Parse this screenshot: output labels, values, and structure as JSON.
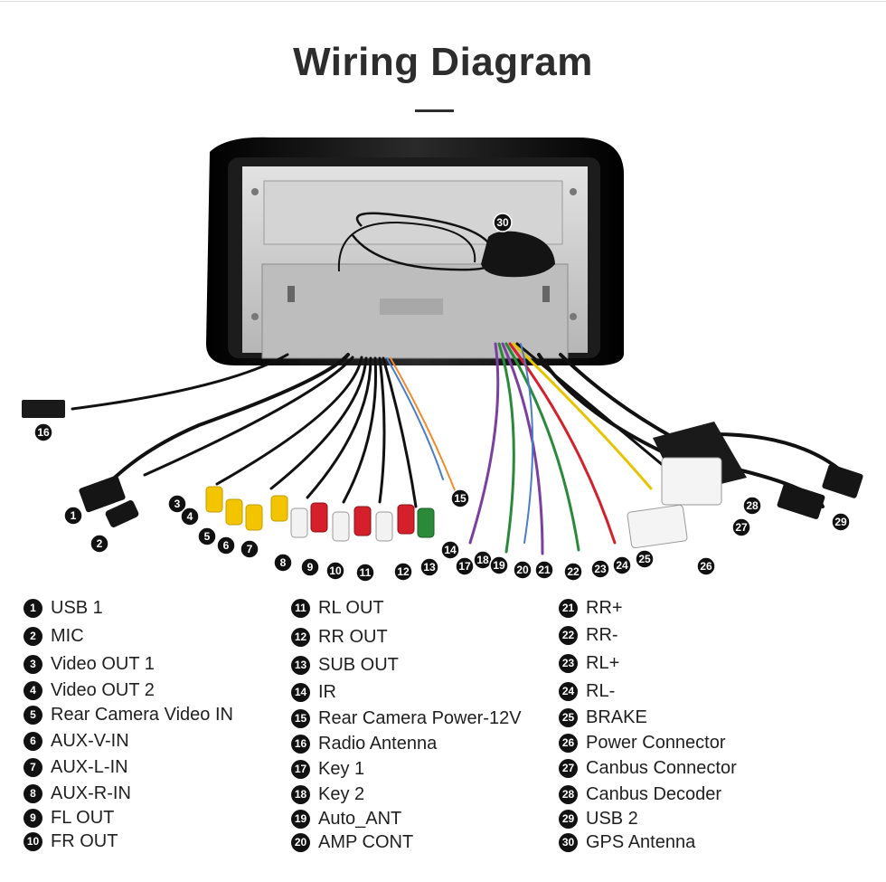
{
  "title": "Wiring Diagram",
  "colors": {
    "title": "#2d2d2d",
    "badge": "#111111",
    "frame": "#0b0b0b",
    "chassis": "#c9c9c9",
    "rca_red": "#d3202a",
    "rca_white": "#f2f2f2",
    "rca_yellow": "#f2c500",
    "rca_green": "#2a8a3a",
    "wire_black": "#111111"
  },
  "callouts": [
    "1",
    "2",
    "3",
    "4",
    "5",
    "6",
    "7",
    "8",
    "9",
    "10",
    "11",
    "12",
    "13",
    "14",
    "15",
    "16",
    "17",
    "18",
    "19",
    "20",
    "21",
    "22",
    "23",
    "24",
    "25",
    "26",
    "27",
    "28",
    "29",
    "30"
  ],
  "legend": [
    {
      "num": "1",
      "label": "USB 1"
    },
    {
      "num": "2",
      "label": "MIC"
    },
    {
      "num": "3",
      "label": "Video OUT 1"
    },
    {
      "num": "4",
      "label": "Video OUT 2"
    },
    {
      "num": "5",
      "label": "Rear Camera Video IN"
    },
    {
      "num": "6",
      "label": "AUX-V-IN"
    },
    {
      "num": "7",
      "label": "AUX-L-IN"
    },
    {
      "num": "8",
      "label": "AUX-R-IN"
    },
    {
      "num": "9",
      "label": "FL OUT"
    },
    {
      "num": "10",
      "label": "FR OUT"
    },
    {
      "num": "11",
      "label": "RL OUT"
    },
    {
      "num": "12",
      "label": "RR OUT"
    },
    {
      "num": "13",
      "label": "SUB OUT"
    },
    {
      "num": "14",
      "label": "IR"
    },
    {
      "num": "15",
      "label": "Rear Camera Power-12V"
    },
    {
      "num": "16",
      "label": "Radio Antenna"
    },
    {
      "num": "17",
      "label": "Key 1"
    },
    {
      "num": "18",
      "label": "Key 2"
    },
    {
      "num": "19",
      "label": "Auto_ANT"
    },
    {
      "num": "20",
      "label": "AMP CONT"
    },
    {
      "num": "21",
      "label": "RR+"
    },
    {
      "num": "22",
      "label": "RR-"
    },
    {
      "num": "23",
      "label": "RL+"
    },
    {
      "num": "24",
      "label": "RL-"
    },
    {
      "num": "25",
      "label": "BRAKE"
    },
    {
      "num": "26",
      "label": "Power Connector"
    },
    {
      "num": "27",
      "label": "Canbus Connector"
    },
    {
      "num": "28",
      "label": "Canbus Decoder"
    },
    {
      "num": "29",
      "label": "USB 2"
    },
    {
      "num": "30",
      "label": "GPS Antenna"
    }
  ]
}
